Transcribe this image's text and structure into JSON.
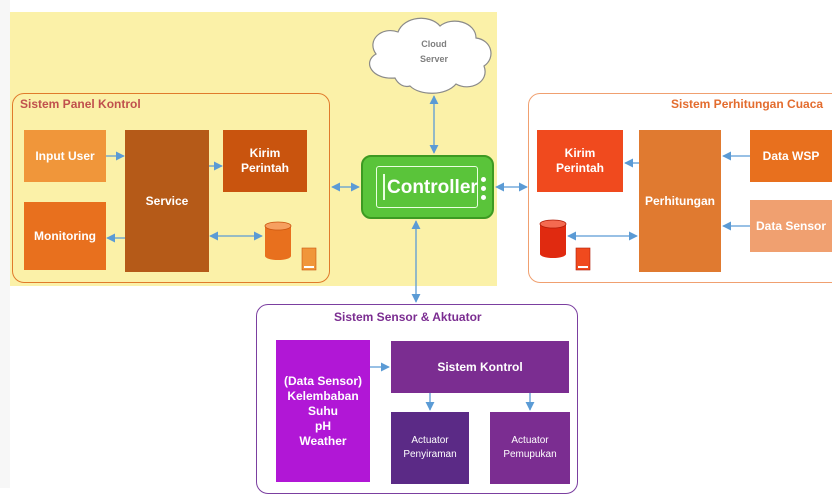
{
  "cloud": {
    "label_line1": "Cloud",
    "label_line2": "Server"
  },
  "controller": {
    "label": "Controller"
  },
  "panel": {
    "title": "Sistem Panel Kontrol",
    "input_user": "Input User",
    "monitoring": "Monitoring",
    "service": "Service",
    "kirim_line1": "Kirim",
    "kirim_line2": "Perintah"
  },
  "weather": {
    "title": "Sistem Perhitungan Cuaca",
    "kirim_line1": "Kirim",
    "kirim_line2": "Perintah",
    "perhitungan": "Perhitungan",
    "data_wsp": "Data WSP",
    "data_sensor": "Data Sensor"
  },
  "sensor": {
    "title": "Sistem Sensor & Aktuator",
    "data_lines": [
      "(Data Sensor)",
      "Kelembaban",
      "Suhu",
      "pH",
      "Weather"
    ],
    "sistem_kontrol": "Sistem Kontrol",
    "act1_line1": "Actuator",
    "act1_line2": "Penyiraman",
    "act2_line1": "Actuator",
    "act2_line2": "Pemupukan"
  },
  "colors": {
    "panel_bg": "#fbf1a8",
    "panel_border": "#e07b2b",
    "panel_title": "#c0504d",
    "weather_title": "#e36c2e",
    "sensor_border": "#7b3fa0",
    "sensor_title": "#7b2d91",
    "controller": "#5ac43a",
    "arrow": "#5b9bd5"
  }
}
